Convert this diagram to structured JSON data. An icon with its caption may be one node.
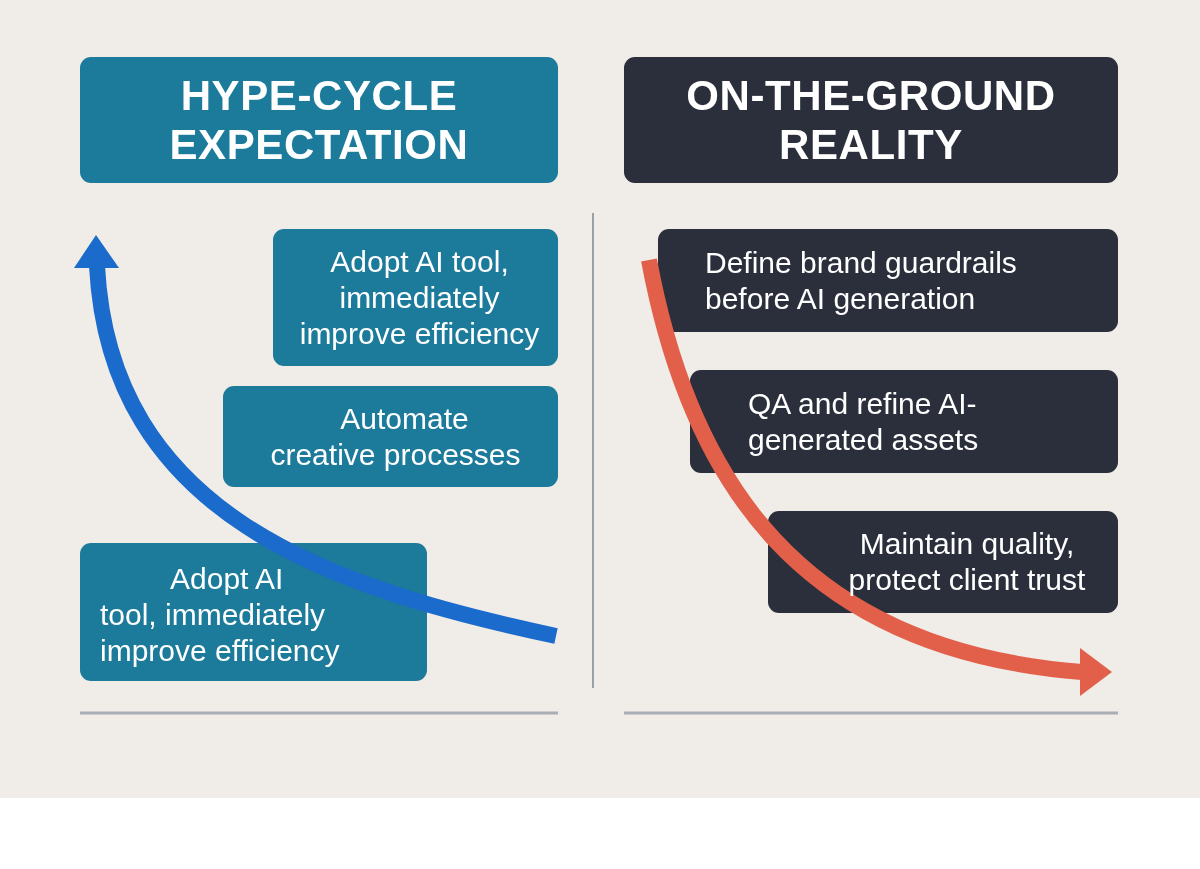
{
  "diagram": {
    "nodes": [
      {
        "text": [
          "HYPE-CYCLE EXPECTATION"
        ]
      },
      {
        "text": [
          "Adopt AI tool, immediately improve efficiency"
        ]
      },
      {
        "text": [
          "Automate creative processes"
        ]
      },
      {
        "text": [
          "Adopt AI tool, immediately improve efficiency"
        ]
      },
      {
        "text": [
          "ON-THE-GROUND REALITY"
        ]
      },
      {
        "text": [
          "Define brand guardrails before AI generation"
        ]
      },
      {
        "text": [
          "QA and refine AI-generated assets"
        ]
      },
      {
        "text": [
          "Maintain quality, protect client trust"
        ]
      }
    ]
  }
}
